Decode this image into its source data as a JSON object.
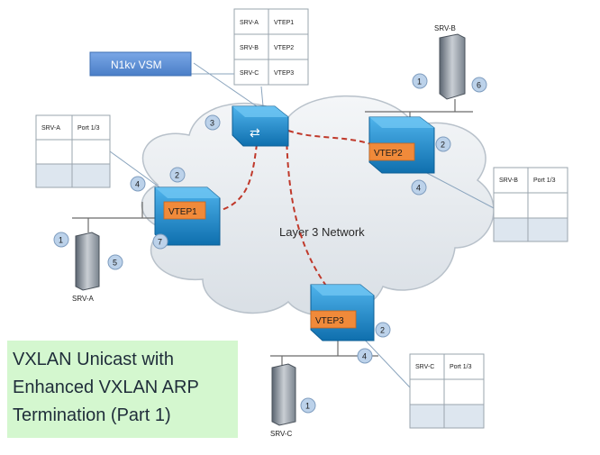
{
  "diagram": {
    "title_lines": [
      "VXLAN Unicast with",
      "Enhanced VXLAN ARP",
      "Termination (Part 1)"
    ],
    "network_label": "Layer 3 Network",
    "vsm_label": "N1kv VSM",
    "vsm_table": [
      [
        "SRV-A",
        "VTEP1"
      ],
      [
        "SRV-B",
        "VTEP2"
      ],
      [
        "SRV-C",
        "VTEP3"
      ]
    ],
    "switches": [
      {
        "vtep": "VTEP1",
        "table": [
          "SRV-A",
          "Port 1/3"
        ]
      },
      {
        "vtep": "VTEP2",
        "table": [
          "SRV-B",
          "Port 1/3"
        ]
      },
      {
        "vtep": "VTEP3",
        "table": [
          "SRV-C",
          "Port 1/3"
        ]
      }
    ],
    "servers": [
      "SRV-A",
      "SRV-B",
      "SRV-C"
    ],
    "steps": {
      "vsm": "3",
      "srv_a": [
        "1",
        "5"
      ],
      "vtep1": [
        "2",
        "4",
        "7"
      ],
      "srv_b": [
        "1",
        "6"
      ],
      "vtep2": [
        "2",
        "4"
      ],
      "vtep3": [
        "2",
        "4"
      ],
      "srv_c": [
        "1"
      ]
    },
    "colors": {
      "cloud": "#e9edf1",
      "vtep": "#f08a3a",
      "tunnel": "#c0392b",
      "switch": "#1f8fd0",
      "title_bg": "#d4f7cf",
      "vsm_bg": "#5b8fd6"
    }
  }
}
